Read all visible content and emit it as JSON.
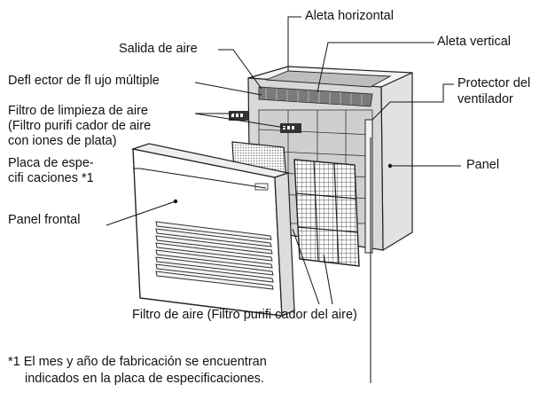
{
  "labels": {
    "aleta_horizontal": "Aleta horizontal",
    "salida_de_aire": "Salida de aire",
    "aleta_vertical": "Aleta vertical",
    "deflector": "Defl ector de fl ujo múltiple",
    "protector_line1": "Protector del",
    "protector_line2": "ventilador",
    "filtro_limpieza_line1": "Filtro de limpieza de aire",
    "filtro_limpieza_line2": "(Filtro purifi cador de aire",
    "filtro_limpieza_line3": "con iones de plata)",
    "placa_line1": "Placa de espe-",
    "placa_line2": "cifi caciones *1",
    "panel": "Panel",
    "panel_frontal": "Panel frontal",
    "filtro_de_aire": "Filtro de aire (Filtro purifi cador del aire)"
  },
  "footnote": {
    "line1": "*1 El mes y año de fabricación se encuentran",
    "line2": "indicados en la placa de especificaciones."
  }
}
